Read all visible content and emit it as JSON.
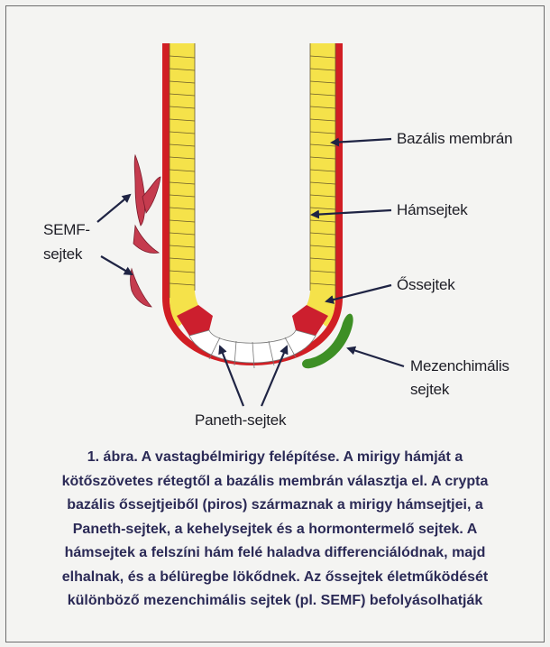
{
  "labels": {
    "bazalis_membran": "Bazális membrán",
    "hamsejtek": "Hámsejtek",
    "ossejtek": "Őssejtek",
    "mezenchimalis_line1": "Mezenchimális",
    "mezenchimalis_line2": "sejtek",
    "semf_line1": "SEMF-",
    "semf_line2": "sejtek",
    "paneth": "Paneth-sejtek"
  },
  "caption": {
    "lines": [
      "1. ábra. A vastagbélmirigy felépítése. A mirigy hámját a",
      "kötőszövetes rétegtől a bazális membrán választja el. A crypta",
      "bazális őssejtjeiből (piros) származnak a mirigy hámsejtjei, a",
      "Paneth-sejtek, a kehelysejtek és a hormontermelő sejtek. A",
      "hámsejtek a felszíni hám felé haladva differenciálódnak, majd",
      "elhalnak, és a bélüregbe lökődnek. Az őssejtek életműködését",
      "különböző mezenchimális sejtek (pl. SEMF) befolyásolhatják"
    ]
  },
  "colors": {
    "epithelium": "#f5e24a",
    "basal_membrane": "#d11e24",
    "stem_cells": "#cc1f2e",
    "paneth_cells": "#ffffff",
    "mesenchymal": "#3d8f25",
    "semf": "#c53b4e",
    "caption_text": "#2b2a56",
    "arrows": "#1f2444"
  }
}
